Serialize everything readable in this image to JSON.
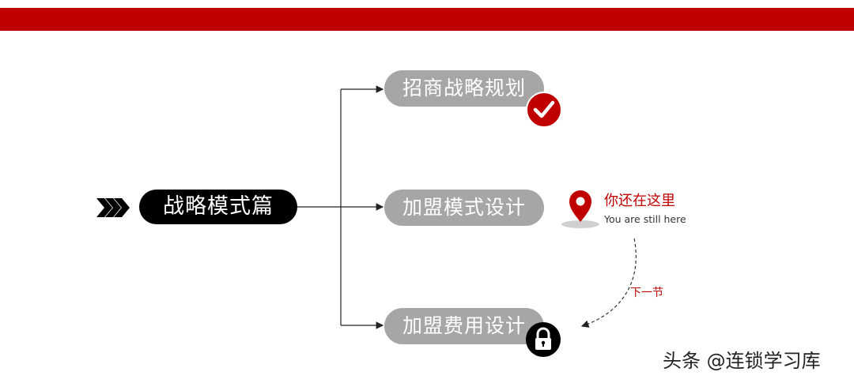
{
  "colors": {
    "accent_red": "#c00000",
    "branch_gray": "#a6a6a6",
    "root_black": "#000000"
  },
  "root": {
    "label": "战略模式篇",
    "lead_icon": "triple-chevron-right-icon"
  },
  "branches": [
    {
      "label": "招商战略规划",
      "state": "completed",
      "badge_icon": "check-icon"
    },
    {
      "label": "加盟模式设计",
      "state": "current",
      "badge_icon": "location-pin-icon"
    },
    {
      "label": "加盟费用设计",
      "state": "locked",
      "badge_icon": "lock-icon"
    }
  ],
  "current_marker": {
    "title": "你还在这里",
    "subtitle": "You are still here"
  },
  "next_hint": {
    "label": "下一节"
  },
  "watermark": {
    "text": "头条 @连锁学习库"
  }
}
